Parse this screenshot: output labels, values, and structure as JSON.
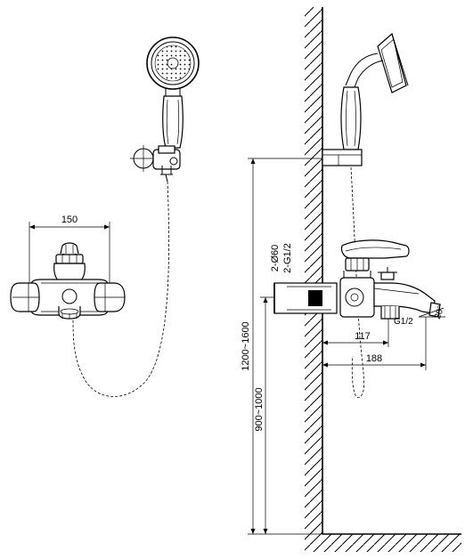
{
  "dimensions": {
    "width_150": "150",
    "height_1200_1600": "1200~1600",
    "height_900_1000": "900~1000",
    "pipe_diameter": "2-Ø60",
    "pipe_thread": "2-G1/2",
    "spout_117": "117",
    "spout_188": "188",
    "outlet_thread": "G1/2",
    "angle": "20°"
  }
}
